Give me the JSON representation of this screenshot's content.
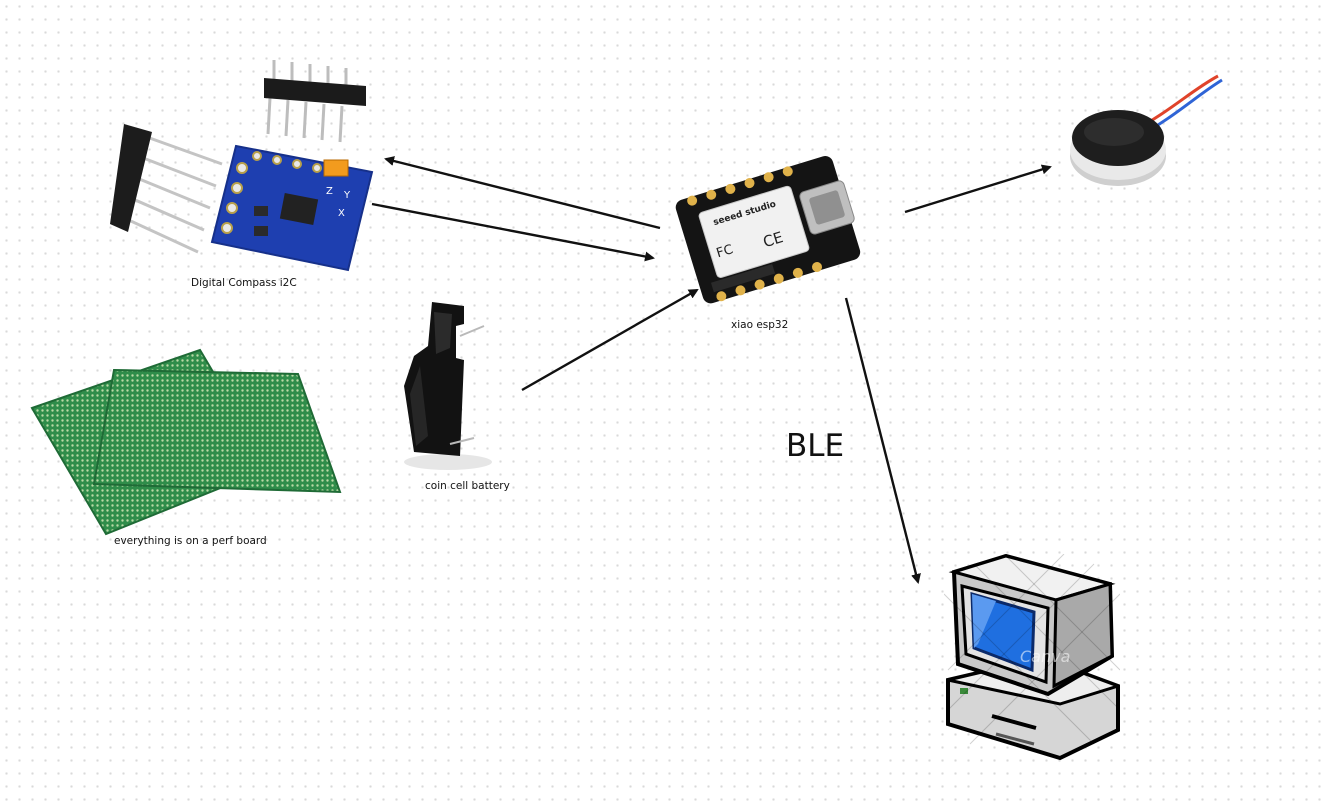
{
  "labels": {
    "compass": "Digital Compass i2C",
    "perfboard": "everything is on a perf board",
    "battery": "coin cell battery",
    "xiao": "xiao esp32",
    "ble": "BLE"
  },
  "chip_text": {
    "brand": "seeed studio",
    "fc": "FC",
    "ce": "CE",
    "axes": [
      "Z",
      "Y",
      "X"
    ]
  },
  "watermark": "Canva",
  "icons": [
    "compass-module-icon",
    "perfboard-icon",
    "battery-holder-icon",
    "xiao-esp32-board-icon",
    "vibration-motor-icon",
    "computer-icon"
  ]
}
